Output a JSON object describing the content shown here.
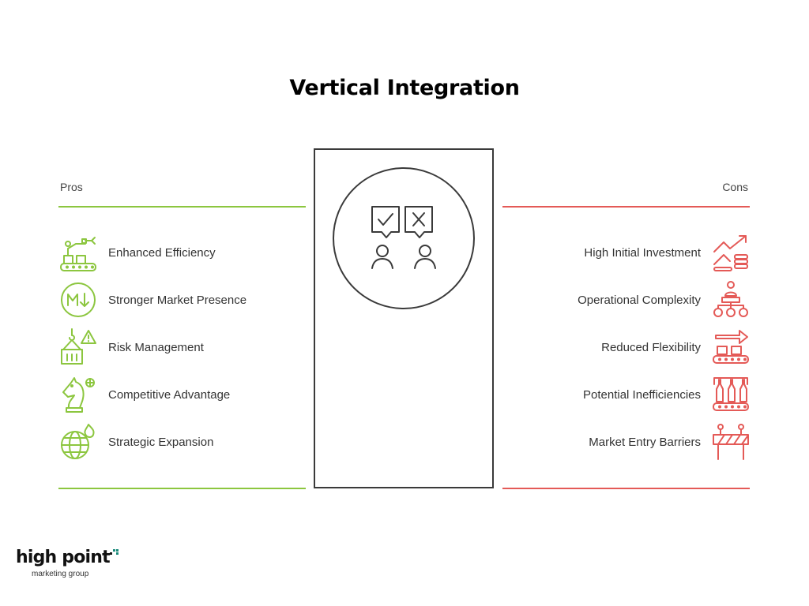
{
  "title": "Vertical Integration",
  "colors": {
    "pros": "#8cc63f",
    "cons": "#e45a57",
    "outline": "#3a3a3a",
    "logo_accent": "#1a8a7a"
  },
  "pros": {
    "heading": "Pros",
    "items": [
      {
        "label": "Enhanced Efficiency",
        "icon": "conveyor-robot-arm-icon"
      },
      {
        "label": "Stronger Market Presence",
        "icon": "market-down-arrow-icon"
      },
      {
        "label": "Risk Management",
        "icon": "crane-warning-icon"
      },
      {
        "label": "Competitive Advantage",
        "icon": "chess-knight-icon"
      },
      {
        "label": "Strategic Expansion",
        "icon": "globe-fire-icon"
      }
    ]
  },
  "cons": {
    "heading": "Cons",
    "items": [
      {
        "label": "High Initial Investment",
        "icon": "rising-chart-coins-icon"
      },
      {
        "label": "Operational Complexity",
        "icon": "org-hierarchy-icon"
      },
      {
        "label": "Reduced Flexibility",
        "icon": "conveyor-arrow-icon"
      },
      {
        "label": "Potential Inefficiencies",
        "icon": "bottles-conveyor-icon"
      },
      {
        "label": "Market Entry Barriers",
        "icon": "road-barrier-icon"
      }
    ]
  },
  "center": {
    "icon": "pros-cons-people-icon"
  },
  "logo": {
    "name": "high point",
    "tagline": "marketing group"
  }
}
